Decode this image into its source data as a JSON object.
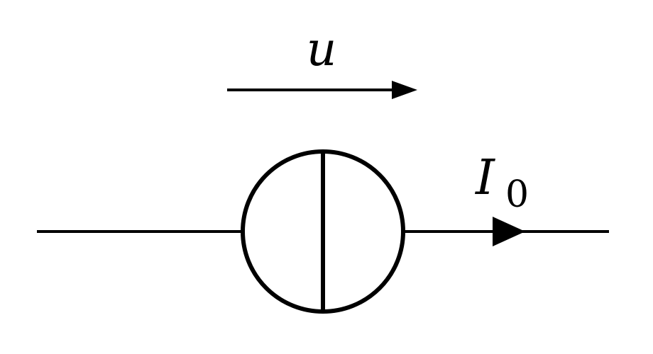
{
  "diagram": {
    "voltage_symbol": "u",
    "current_symbol": "I",
    "current_subscript": "0",
    "component": "current-source"
  }
}
